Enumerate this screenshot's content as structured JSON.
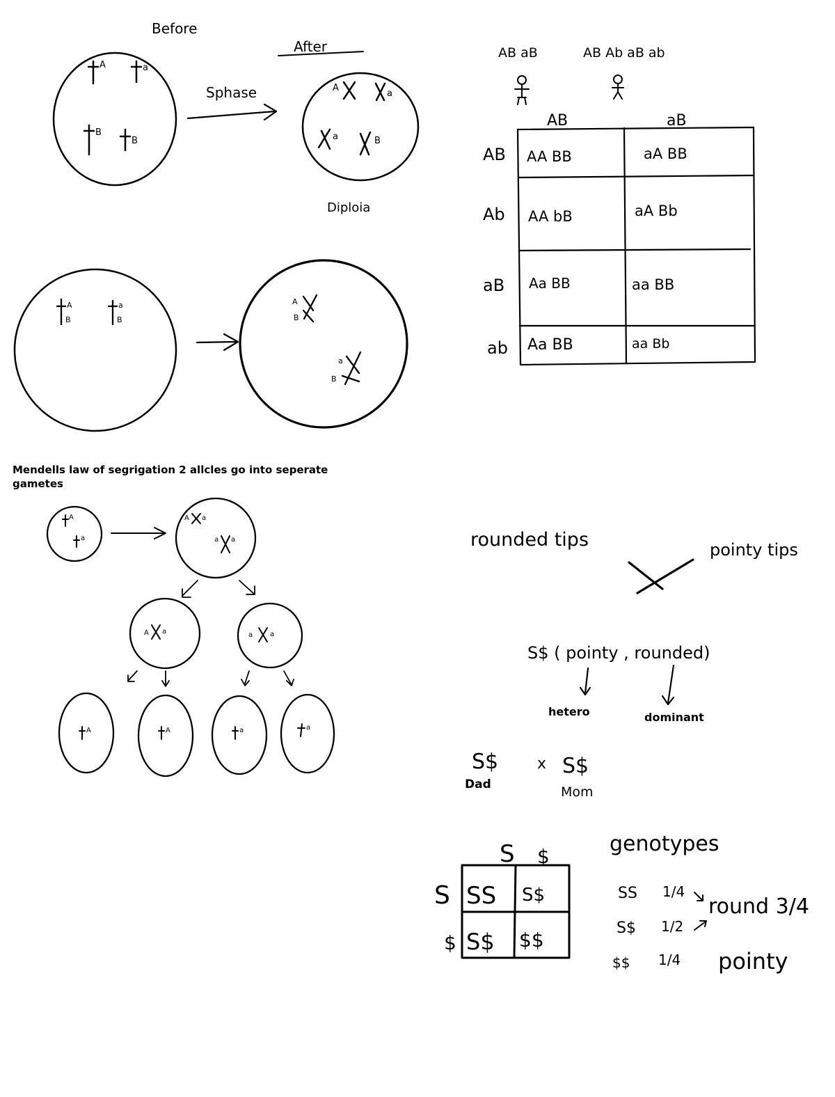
{
  "colors": {
    "ink": "#000000",
    "paper": "#ffffff"
  },
  "meiosis_top": {
    "before_label": "Before",
    "after_label": "After",
    "arrow_label": "Sphase",
    "diploid_label": "Diploia",
    "before_alleles": [
      "A",
      "a",
      "B",
      "B"
    ],
    "after_alleles": [
      "A",
      "a",
      "a",
      "B"
    ]
  },
  "meiosis_middle": {
    "left_alleles": [
      "A",
      "B",
      "a",
      "B"
    ],
    "right_alleles": [
      "A",
      "B",
      "a",
      "B"
    ]
  },
  "dihybrid": {
    "parent_1_gametes": "AB aB",
    "parent_2_gametes": "AB Ab aB ab",
    "col_headers": [
      "AB",
      "aB"
    ],
    "row_headers": [
      "AB",
      "Ab",
      "aB",
      "ab"
    ],
    "cells": [
      [
        "AA  BB",
        "aA  BB"
      ],
      [
        "AA  bB",
        "aA  Bb"
      ],
      [
        "Aa  BB",
        "aa  BB"
      ],
      [
        "Aa BB",
        "aa  Bb"
      ]
    ]
  },
  "segregation": {
    "law_text_line1": "Mendells  law  of  segrigation  2 allcles  go  into seperate",
    "law_text_line2": "gametes",
    "start_alleles": [
      "A",
      "a"
    ],
    "mid_alleles": [
      "A",
      "a",
      "a",
      "a"
    ],
    "split_alleles": [
      "A",
      "a",
      "a",
      "a"
    ],
    "gamete_alleles": [
      "A",
      "A",
      "a",
      "a"
    ]
  },
  "tips_cross": {
    "rounded": "rounded  tips",
    "pointy": "pointy  tips",
    "symbols_line": "S$ ( pointy , rounded)",
    "hetero": "hetero",
    "dominant": "dominant",
    "dad_genotype": "S$",
    "cross_sign": "x",
    "mom_genotype": "S$",
    "dad_label": "Dad",
    "mom_label": "Mom"
  },
  "monohybrid": {
    "col_headers": [
      "S",
      "$"
    ],
    "row_headers": [
      "S",
      "$"
    ],
    "cells": [
      [
        "SS",
        "S$"
      ],
      [
        "S$",
        "$$"
      ]
    ]
  },
  "genotypes": {
    "title": "genotypes",
    "rows": [
      {
        "genotype": "SS",
        "fraction": "1/4"
      },
      {
        "genotype": "S$",
        "fraction": "1/2"
      },
      {
        "genotype": "$$",
        "fraction": "1/4"
      }
    ],
    "round_label": "round 3/4",
    "pointy_label": "pointy"
  }
}
